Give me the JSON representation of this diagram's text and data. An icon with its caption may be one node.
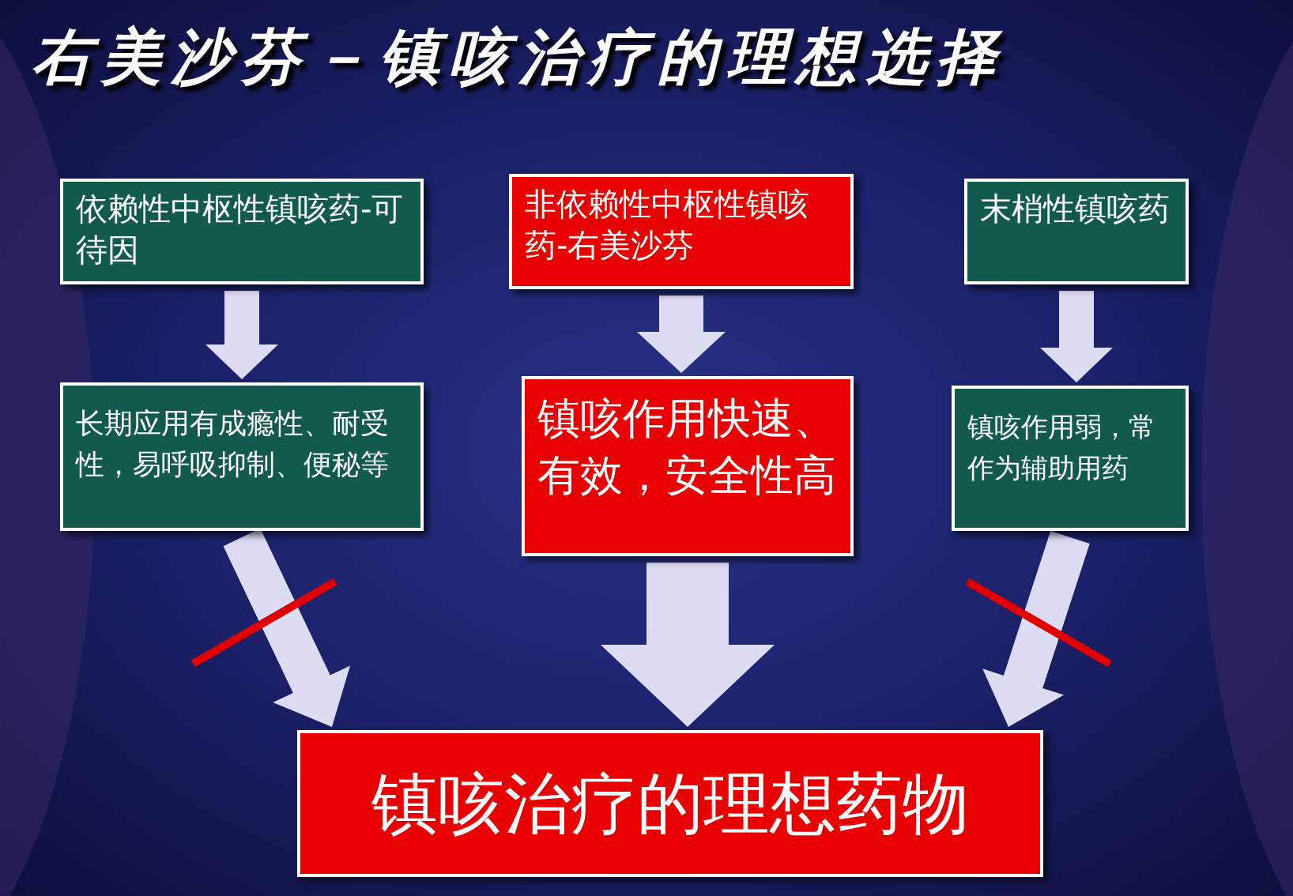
{
  "diagram": {
    "title": "右美沙芬－镇咳治疗的理想选择",
    "nodes": [
      {
        "text": [
          "依赖性中枢性镇咳药-可待因"
        ]
      },
      {
        "text": [
          "非依赖性中枢性镇咳药-右美沙芬"
        ]
      },
      {
        "text": [
          "末梢性镇咳药"
        ]
      },
      {
        "text": [
          "长期应用有成瘾性、耐受性，易呼吸抑制、便秘等"
        ]
      },
      {
        "text": [
          "镇咳作用快速、有效，安全性高"
        ]
      },
      {
        "text": [
          "镇咳作用弱，常作为辅助用药"
        ]
      },
      {
        "text": [
          "镇咳治疗的理想药物"
        ]
      }
    ],
    "edges": [
      {
        "from": 0,
        "to": 3,
        "arrow": "to"
      },
      {
        "from": 1,
        "to": 4,
        "arrow": "to"
      },
      {
        "from": 2,
        "to": 5,
        "arrow": "to"
      },
      {
        "from": 3,
        "to": 6,
        "arrow": "to"
      },
      {
        "from": 4,
        "to": 6,
        "arrow": "to"
      },
      {
        "from": 5,
        "to": 6,
        "arrow": "to"
      }
    ]
  }
}
